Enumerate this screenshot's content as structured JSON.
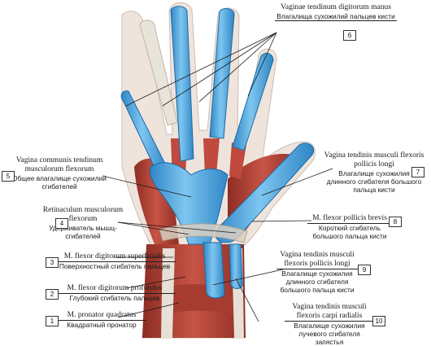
{
  "colors": {
    "sheath": "#3d9ad8",
    "sheath_light": "#8fd0f5",
    "muscle": "#b8463a",
    "muscle_dark": "#8e2d24",
    "skin": "#f0e6e0",
    "tendon": "#e9e4da",
    "leader": "#1a1a1a"
  },
  "labels": [
    {
      "id": 1,
      "number": "1",
      "latin": "M. pronator quadratus",
      "russian": "Квадратный пронатор"
    },
    {
      "id": 2,
      "number": "2",
      "latin": "M. flexor digitorum profundus",
      "russian": "Глубокий сгибатель пальцев"
    },
    {
      "id": 3,
      "number": "3",
      "latin": "M. flexor digitorum superficialis",
      "russian": "Поверхностный сгибатель пальцев"
    },
    {
      "id": 4,
      "number": "4",
      "latin": "Retinaculum musculorum flexorum",
      "russian": "Удерживатель мышц-сгибателей"
    },
    {
      "id": 5,
      "number": "5",
      "latin": "Vagina communis tendinum musculorum flexorum",
      "russian": "Общее влагалище сухожилий сгибателей"
    },
    {
      "id": 6,
      "number": "6",
      "latin": "Vaginae tendinum digitorum manus",
      "russian": "Влагалища сухожилий пальцев кисти"
    },
    {
      "id": 7,
      "number": "7",
      "latin": "Vagina tendinis musculi flexoris pollicis longi",
      "russian": "Влагалище сухожилия длинного сгибателя большого пальца кисти"
    },
    {
      "id": 8,
      "number": "8",
      "latin": "M. flexor pollicis brevis",
      "russian": "Короткий сгибатель большого пальца кисти"
    },
    {
      "id": 9,
      "number": "9",
      "latin": "Vagina tendinis musculi flexoris pollicis longi",
      "russian": "Влагалище сухожилия длинного сгибателя большого пальца кисти"
    },
    {
      "id": 10,
      "number": "10",
      "latin": "Vagina tendinis musculi flexoris carpi radialis",
      "russian": "Влагалище сухожилия лучевого сгибателя запястья"
    }
  ]
}
